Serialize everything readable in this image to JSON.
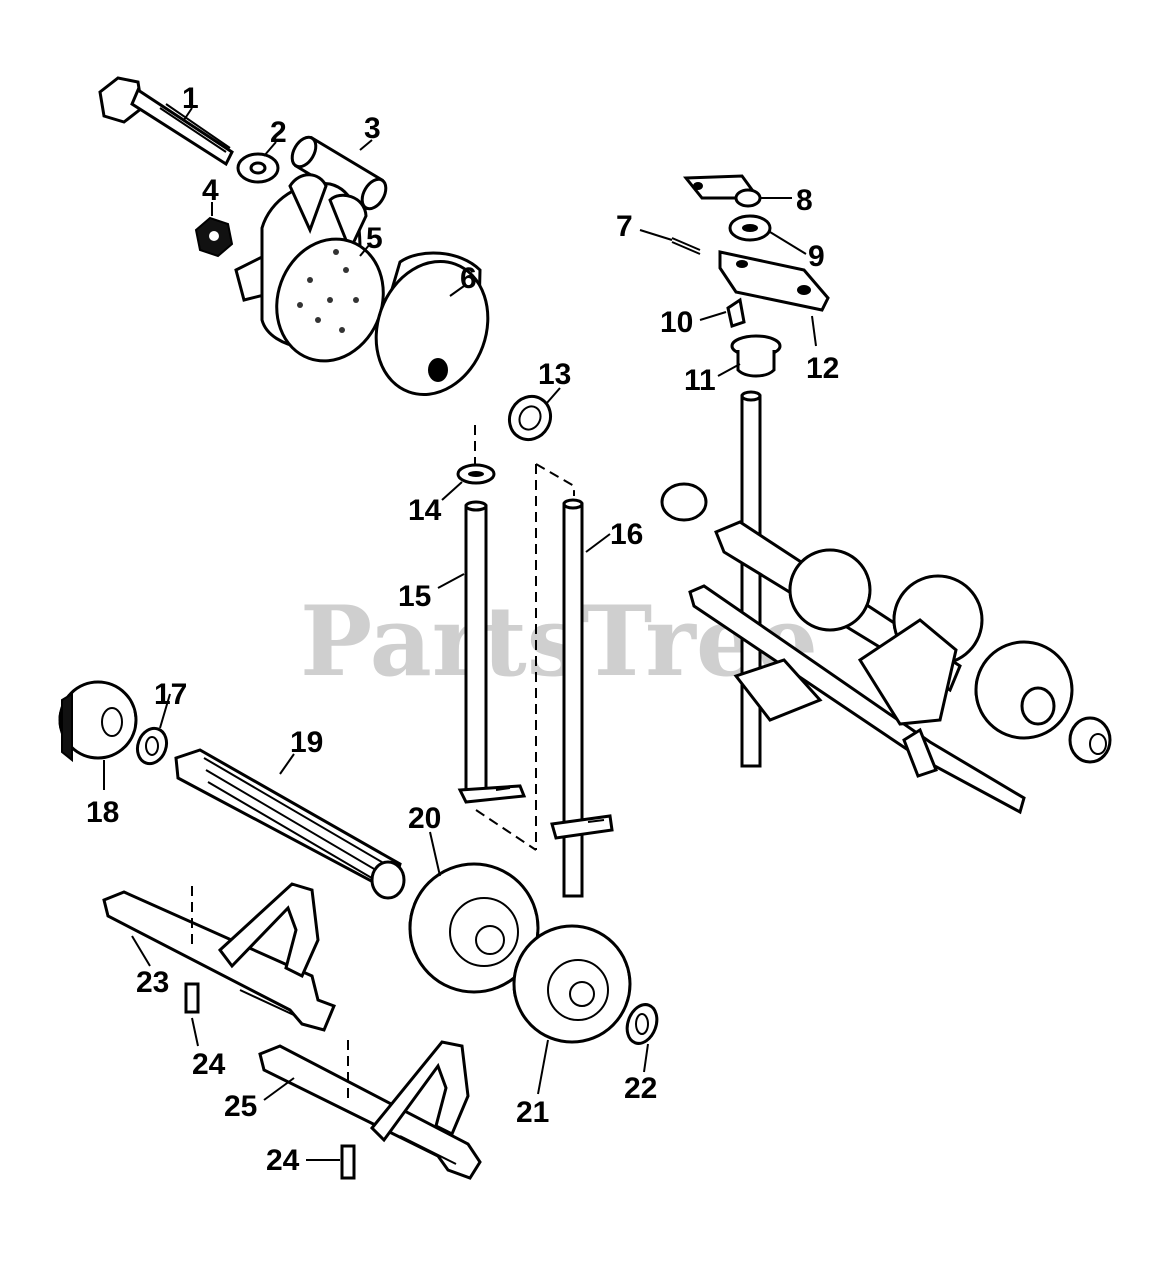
{
  "watermark": "PartsTree",
  "callouts": [
    "1",
    "2",
    "3",
    "4",
    "5",
    "6",
    "7",
    "8",
    "9",
    "10",
    "11",
    "12",
    "13",
    "14",
    "15",
    "16",
    "17",
    "18",
    "19",
    "20",
    "21",
    "22",
    "23",
    "24",
    "25"
  ],
  "callout_24_repeat": "24"
}
